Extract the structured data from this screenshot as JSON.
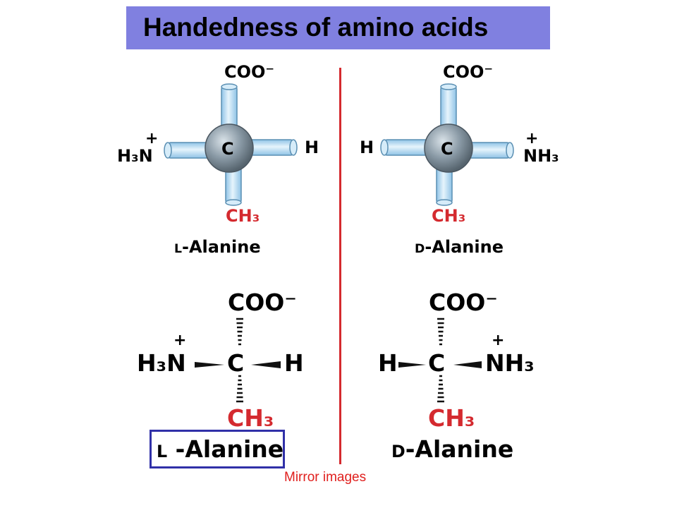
{
  "title": "Handedness of amino acids",
  "caption": "Mirror images",
  "colors": {
    "title_bar": "#8080e0",
    "mirror_line": "#d42a2f",
    "methyl_red": "#d42a2f",
    "bond_tube": "#b6dcf4",
    "carbon_sphere": "#8a9aa6",
    "highlight_border": "#3030a8",
    "caption_text": "#e0201e"
  },
  "molecules": {
    "l": {
      "top_group": "COO⁻",
      "left_group_main": "H₃N",
      "left_group_charge": "+",
      "center_atom": "C",
      "right_group": "H",
      "bottom_group": "CH₃",
      "prefix": "L",
      "name": "-Alanine"
    },
    "d": {
      "top_group": "COO⁻",
      "left_group": "H",
      "right_group_main": "NH₃",
      "right_group_charge": "+",
      "center_atom": "C",
      "bottom_group": "CH₃",
      "prefix": "D",
      "name": "-Alanine"
    }
  },
  "highlighted_label": "l"
}
